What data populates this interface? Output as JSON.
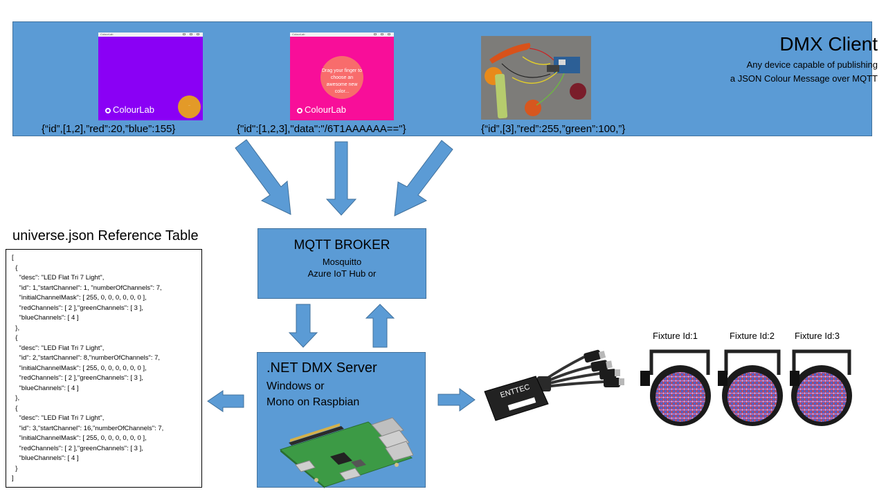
{
  "client": {
    "title": "DMX Client",
    "subtitle_line1": "Any device capable of publishing",
    "subtitle_line2": "a JSON Colour Message over MQTT",
    "apps": [
      {
        "brand": "ColourLab",
        "window_title": "ColourLab",
        "message": "{“id”,[1,2],”red”:20,”blue”:155}"
      },
      {
        "brand": "ColourLab",
        "window_title": "ColourLab",
        "circle_text": "Drag your finger to choose an awesome new color...",
        "message": "{\"id\":[1,2,3],\"data\":\"/6T1AAAAAA==\"}"
      },
      {
        "message": "{“id”,[3],”red”:255,”green”:100,”}"
      }
    ]
  },
  "broker": {
    "title": "MQTT BROKER",
    "line1": "Mosquitto",
    "line2": "Azure IoT Hub or"
  },
  "server": {
    "title": ".NET DMX Server",
    "line1": "Windows or",
    "line2": "Mono on Raspbian"
  },
  "reference": {
    "title": "universe.json Reference Table",
    "json_text": "[\n  {\n    \"desc\": \"LED Flat Tri 7 Light\",\n    \"id\": 1,\"startChannel\": 1, \"numberOfChannels\": 7,\n    \"initialChannelMask\": [ 255, 0, 0, 0, 0, 0, 0 ],\n    \"redChannels\": [ 2 ],\"greenChannels\": [ 3 ],\n    \"blueChannels\": [ 4 ]\n  },\n  {\n    \"desc\": \"LED Flat Tri 7 Light\",\n    \"id\": 2,\"startChannel\": 8,\"numberOfChannels\": 7,\n    \"initialChannelMask\": [ 255, 0, 0, 0, 0, 0, 0 ],\n    \"redChannels\": [ 2 ],\"greenChannels\": [ 3 ],\n    \"blueChannels\": [ 4 ]\n  },\n  {\n    \"desc\": \"LED Flat Tri 7 Light\",\n    \"id\": 3,\"startChannel\": 16,\"numberOfChannels\": 7,\n    \"initialChannelMask\": [ 255, 0, 0, 0, 0, 0, 0 ],\n    \"redChannels\": [ 2 ],\"greenChannels\": [ 3 ],\n    \"blueChannels\": [ 4 ]\n  }\n]"
  },
  "interface": {
    "brand": "ENTTEC"
  },
  "fixtures": [
    {
      "label": "Fixture Id:1"
    },
    {
      "label": "Fixture Id:2"
    },
    {
      "label": "Fixture Id:3"
    }
  ],
  "colors": {
    "box_fill": "#5b9bd5",
    "box_border": "#41719c",
    "arrow_fill": "#5b9bd5"
  }
}
